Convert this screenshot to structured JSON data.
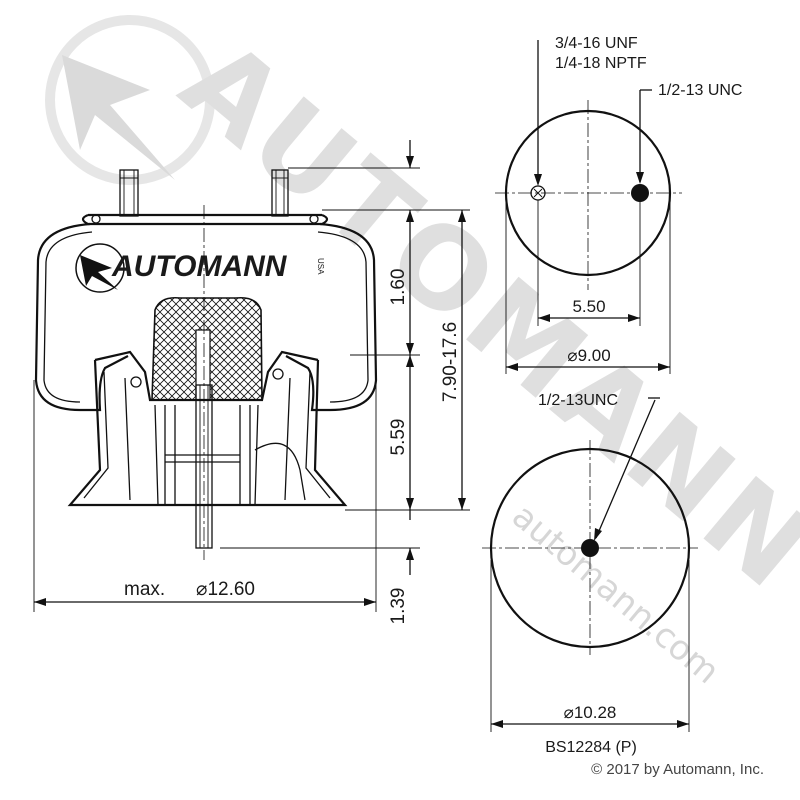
{
  "brand": {
    "logo_text": "AUTOMANN",
    "logo_suffix": "USA",
    "watermark_text": "AUTOMANN",
    "watermark_url": "automann.com"
  },
  "top_view": {
    "port_label_line1": "3/4-16 UNF",
    "port_label_line2": "1/4-18 NPTF",
    "stud_label": "1/2-13 UNC",
    "stud_spacing": "5.50",
    "plate_diameter": "⌀9.00"
  },
  "bottom_view": {
    "stud_label": "1/2-13UNC",
    "piston_diameter": "⌀10.28"
  },
  "side_view": {
    "max_diameter_prefix": "max.",
    "max_diameter": "⌀12.60",
    "dim_top": "1.60",
    "dim_height_range": "7.90-17.6",
    "dim_piston": "5.59",
    "dim_bottom": "1.39"
  },
  "footer": {
    "part_number": "BS12284 (P)",
    "copyright": "© 2017 by Automann, Inc."
  }
}
